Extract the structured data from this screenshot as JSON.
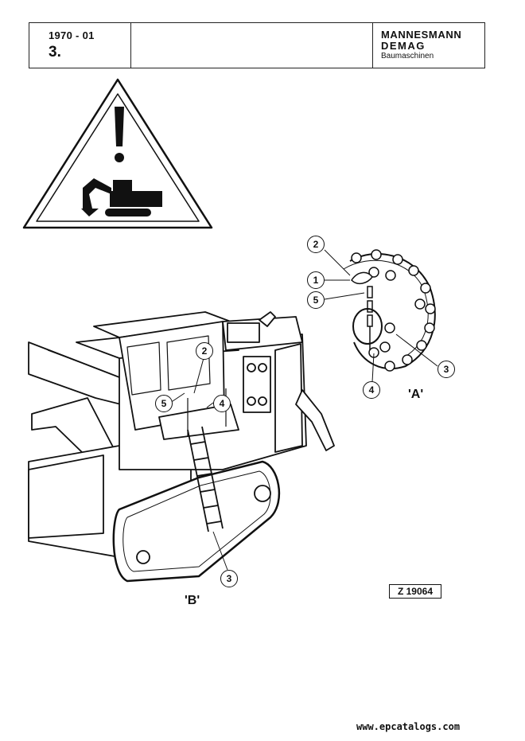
{
  "header": {
    "doc_number": "1970 - 01",
    "section": "3.",
    "brand_line1": "MANNESMANN",
    "brand_line2": "DEMAG",
    "brand_line3": "Baumaschinen"
  },
  "detail_a": {
    "label": "'A'",
    "callouts": [
      "1",
      "2",
      "3",
      "4",
      "5"
    ]
  },
  "detail_b": {
    "label": "'B'",
    "callouts": [
      "2",
      "3",
      "4",
      "5"
    ]
  },
  "figure_ref": "Z 19064",
  "watermark": "www.epcatalogs.com",
  "icons": [
    "warning-triangle-icon",
    "excavator-icon"
  ]
}
